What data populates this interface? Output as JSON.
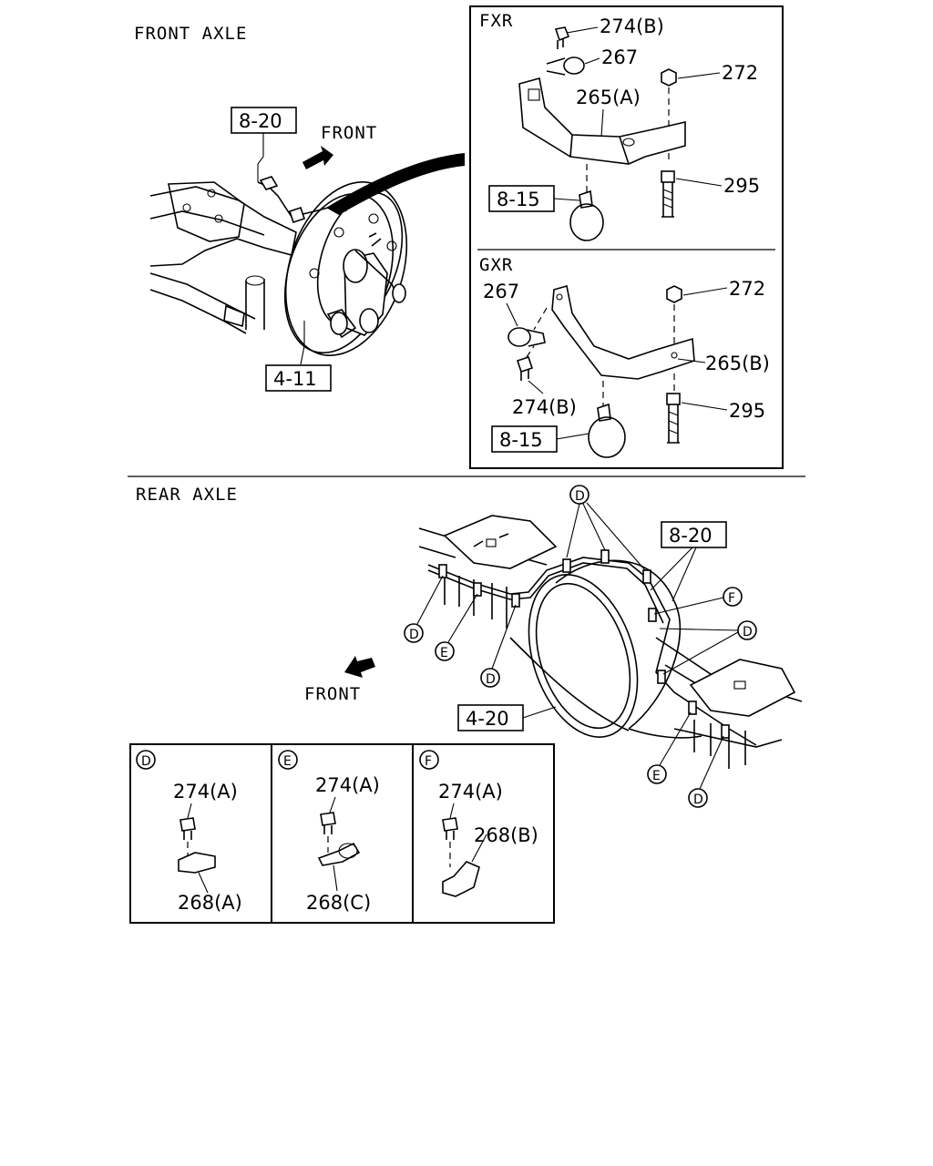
{
  "sections": {
    "front_axle": "FRONT AXLE",
    "rear_axle": "REAR AXLE"
  },
  "front": {
    "direction_label": "FRONT",
    "refs": {
      "brake_pipe": "8-20",
      "brake_assembly": "4-11"
    }
  },
  "fxr": {
    "title": "FXR",
    "labels": {
      "bolt": "274(B)",
      "clip": "267",
      "nut": "272",
      "bracket": "265(A)",
      "stud": "295",
      "hose_ref": "8-15"
    }
  },
  "gxr": {
    "title": "GXR",
    "labels": {
      "clip": "267",
      "nut": "272",
      "bracket": "265(B)",
      "bolt": "274(B)",
      "stud": "295",
      "hose_ref": "8-15"
    }
  },
  "rear": {
    "direction_label": "FRONT",
    "refs": {
      "brake_pipe": "8-20",
      "brake_assembly": "4-20"
    },
    "callouts": [
      "D",
      "D",
      "D",
      "D",
      "E",
      "E",
      "F",
      "D"
    ]
  },
  "details": [
    {
      "key": "D",
      "bolt": "274(A)",
      "clip": "268(A)"
    },
    {
      "key": "E",
      "bolt": "274(A)",
      "clip": "268(C)"
    },
    {
      "key": "F",
      "bolt": "274(A)",
      "clip": "268(B)"
    }
  ]
}
